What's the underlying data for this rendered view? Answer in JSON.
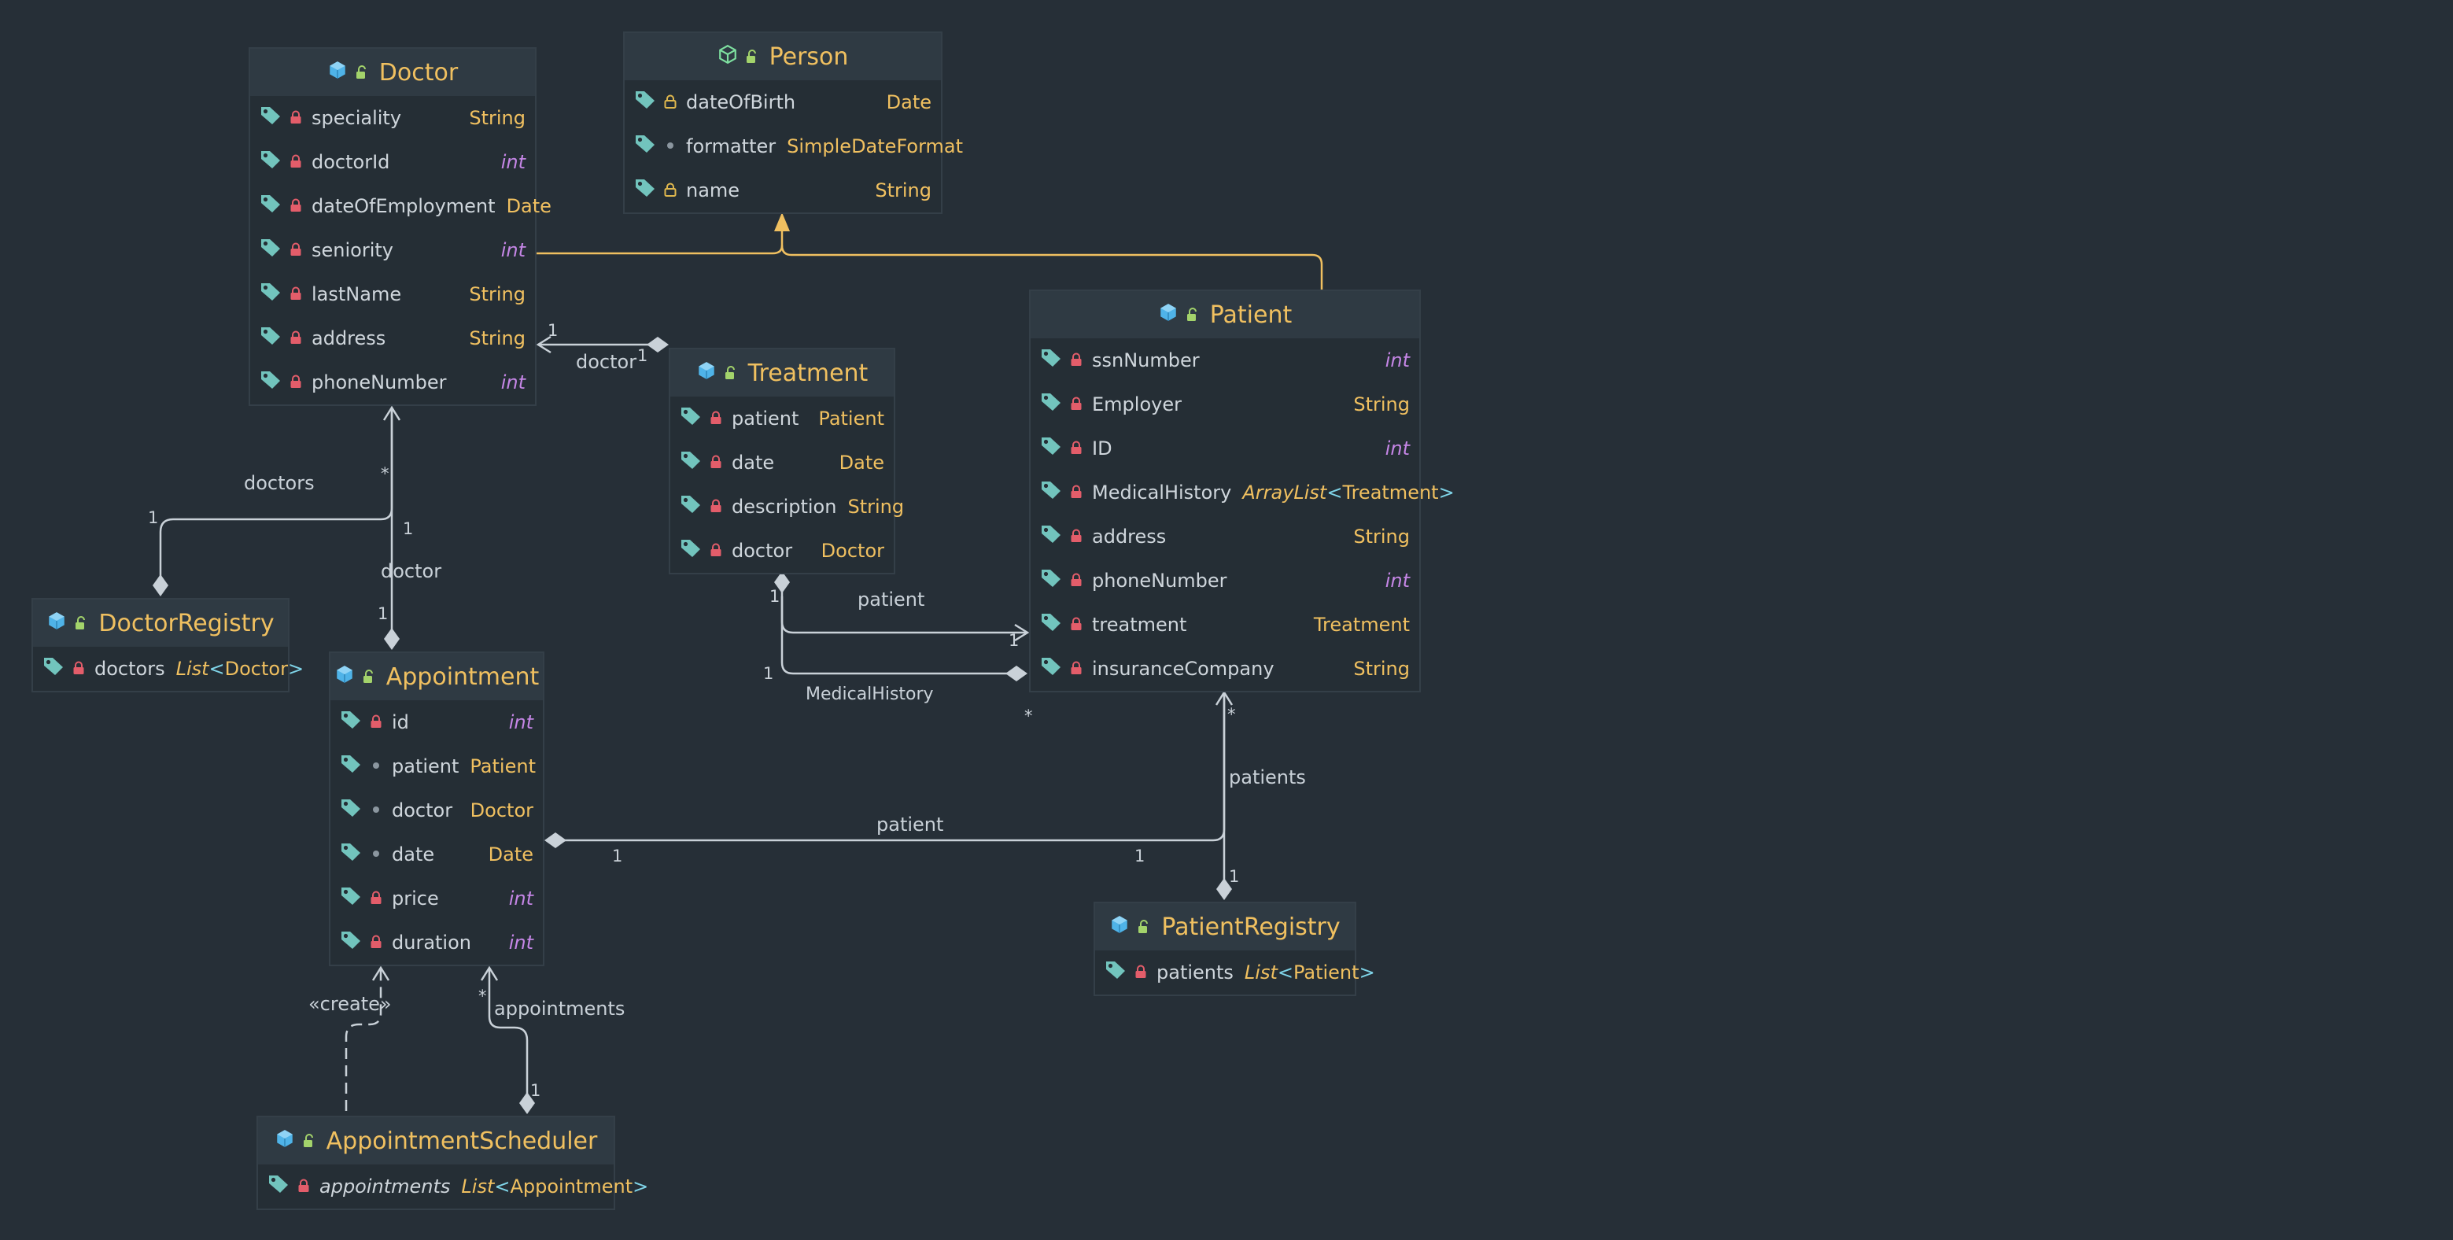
{
  "colors": {
    "background": "#262f37",
    "class_header": "#2f3a43",
    "class_name": "#f0c060",
    "field_name": "#cfd6dc",
    "type_ref": "#f0c060",
    "type_primitive": "#c586e6",
    "connector": "#c9d1d8",
    "inheritance": "#f0c060",
    "lock_private": "#e35d6a",
    "lock_protected": "#e0b84e",
    "tag_icon": "#72c4bd"
  },
  "classes": {
    "doctor": {
      "name": "Doctor",
      "icon": "class-icon",
      "fields": [
        {
          "name": "speciality",
          "type": "String",
          "access": "private"
        },
        {
          "name": "doctorId",
          "type": "int",
          "access": "private"
        },
        {
          "name": "dateOfEmployment",
          "type": "Date",
          "access": "private"
        },
        {
          "name": "seniority",
          "type": "int",
          "access": "private"
        },
        {
          "name": "lastName",
          "type": "String",
          "access": "private"
        },
        {
          "name": "address",
          "type": "String",
          "access": "private"
        },
        {
          "name": "phoneNumber",
          "type": "int",
          "access": "private"
        }
      ]
    },
    "person": {
      "name": "Person",
      "icon": "abstract-class-icon",
      "fields": [
        {
          "name": "dateOfBirth",
          "type": "Date",
          "access": "protected"
        },
        {
          "name": "formatter",
          "type": "SimpleDateFormat",
          "access": "package"
        },
        {
          "name": "name",
          "type": "String",
          "access": "protected"
        }
      ]
    },
    "treatment": {
      "name": "Treatment",
      "icon": "class-icon",
      "fields": [
        {
          "name": "patient",
          "type": "Patient",
          "access": "private"
        },
        {
          "name": "date",
          "type": "Date",
          "access": "private"
        },
        {
          "name": "description",
          "type": "String",
          "access": "private"
        },
        {
          "name": "doctor",
          "type": "Doctor",
          "access": "private"
        }
      ]
    },
    "patient": {
      "name": "Patient",
      "icon": "class-icon",
      "fields": [
        {
          "name": "ssnNumber",
          "type": "int",
          "access": "private"
        },
        {
          "name": "Employer",
          "type": "String",
          "access": "private"
        },
        {
          "name": "ID",
          "type": "int",
          "access": "private"
        },
        {
          "name": "MedicalHistory",
          "type_prefix": "ArrayList",
          "type_open": "<",
          "type_inner": "Treatment",
          "type_close": ">",
          "access": "private"
        },
        {
          "name": "address",
          "type": "String",
          "access": "private"
        },
        {
          "name": "phoneNumber",
          "type": "int",
          "access": "private"
        },
        {
          "name": "treatment",
          "type": "Treatment",
          "access": "private"
        },
        {
          "name": "insuranceCompany",
          "type": "String",
          "access": "private"
        }
      ]
    },
    "doctor_registry": {
      "name": "DoctorRegistry",
      "icon": "class-icon",
      "fields": [
        {
          "name": "doctors",
          "type_prefix": "List",
          "type_open": "<",
          "type_inner": "Doctor",
          "type_close": ">",
          "access": "private"
        }
      ]
    },
    "appointment": {
      "name": "Appointment",
      "icon": "class-icon",
      "fields": [
        {
          "name": "id",
          "type": "int",
          "access": "private"
        },
        {
          "name": "patient",
          "type": "Patient",
          "access": "package"
        },
        {
          "name": "doctor",
          "type": "Doctor",
          "access": "package"
        },
        {
          "name": "date",
          "type": "Date",
          "access": "package"
        },
        {
          "name": "price",
          "type": "int",
          "access": "private"
        },
        {
          "name": "duration",
          "type": "int",
          "access": "private"
        }
      ]
    },
    "patient_registry": {
      "name": "PatientRegistry",
      "icon": "class-icon",
      "fields": [
        {
          "name": "patients",
          "type_prefix": "List",
          "type_open": "<",
          "type_inner": "Patient",
          "type_close": ">",
          "access": "private"
        }
      ]
    },
    "appointment_scheduler": {
      "name": "AppointmentScheduler",
      "icon": "class-icon",
      "fields": [
        {
          "name": "appointments",
          "type_prefix": "List",
          "type_open": "<",
          "type_inner": "Appointment",
          "type_close": ">",
          "access": "private",
          "static": true
        }
      ]
    }
  },
  "connector_labels": {
    "treatment_doctor_role": "doctor",
    "treatment_doctor_mult_target": "1",
    "treatment_doctor_mult_source": "1",
    "registry_doctors_role": "doctors",
    "registry_doctors_mult_source": "1",
    "registry_doctors_mult_target": "*",
    "appointment_doctor_role": "doctor",
    "appointment_doctor_mult_target": "1",
    "appointment_doctor_mult_source": "1",
    "treatment_patient_role": "patient",
    "treatment_patient_mult_source": "1",
    "treatment_patient_mult_target": "1",
    "medical_history_role": "MedicalHistory",
    "medical_history_mult_target": "1",
    "medical_history_mult_source": "*",
    "appointment_patient_role": "patient",
    "appointment_patient_mult_source": "1",
    "appointment_patient_mult_target": "1",
    "registry_patients_role": "patients",
    "registry_patients_mult_target": "*",
    "registry_patients_mult_source": "1",
    "scheduler_create": "«create»",
    "scheduler_appointments_role": "appointments",
    "scheduler_appointments_mult_target": "*",
    "scheduler_appointments_mult_source": "1"
  }
}
